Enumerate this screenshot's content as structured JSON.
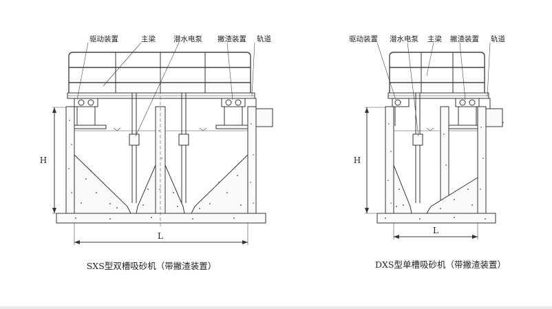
{
  "figures": [
    {
      "id": "sxs",
      "labels": {
        "drive": "驱动装置",
        "beam": "主梁",
        "pump": "潜水电泵",
        "skim": "撇渣装置",
        "track": "轨道"
      },
      "dim_h": "H",
      "dim_l": "L",
      "caption": "SXS型双槽吸砂机（带撇渣装置）"
    },
    {
      "id": "dxs",
      "labels": {
        "drive": "驱动装置",
        "pump": "潜水电泵",
        "beam": "主梁",
        "skim": "撇渣装置",
        "track": "轨道"
      },
      "dim_h": "H",
      "dim_l": "L",
      "caption": "DXS型单槽吸砂机（带撇渣装置）"
    }
  ]
}
